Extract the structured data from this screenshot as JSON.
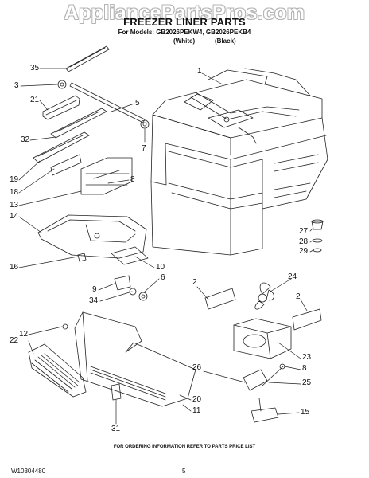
{
  "watermark": "AppliancePartsPros.com",
  "title": "FREEZER LINER PARTS",
  "models_line": "For Models: GB2026PEKW4, GB2026PEKB4",
  "model_colors": [
    "(White)",
    "(Black)"
  ],
  "callouts": {
    "c35": "35",
    "c3": "3",
    "c21": "21",
    "c5": "5",
    "c7": "7",
    "c32": "32",
    "c19": "19",
    "c18": "18",
    "c8a": "8",
    "c13": "13",
    "c14": "14",
    "c16": "16",
    "c10": "10",
    "c9": "9",
    "c6": "6",
    "c34": "34",
    "c1": "1",
    "c27": "27",
    "c28": "28",
    "c29": "29",
    "c2a": "2",
    "c24": "24",
    "c2b": "2",
    "c23": "23",
    "c8b": "8",
    "c26": "26",
    "c25": "25",
    "c12": "12",
    "c22": "22",
    "c20": "20",
    "c11": "11",
    "c31": "31",
    "c15": "15"
  },
  "footer": "FOR ORDERING INFORMATION REFER TO PARTS PRICE LIST",
  "doc_number": "W10304480",
  "page_number": "5"
}
